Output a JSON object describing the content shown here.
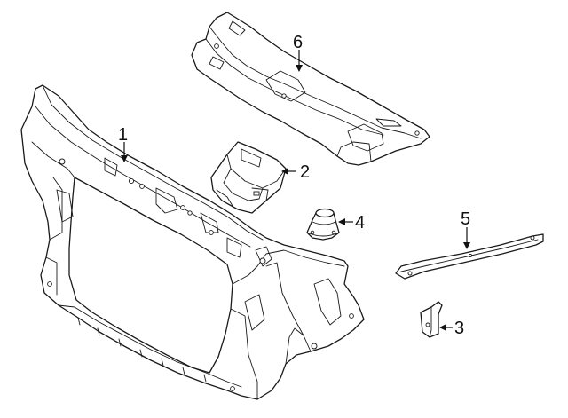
{
  "callouts": {
    "c1": "1",
    "c2": "2",
    "c3": "3",
    "c4": "4",
    "c5": "5",
    "c6": "6"
  },
  "parts": [
    {
      "callout": "1",
      "icon": "radiator-support-frame-icon"
    },
    {
      "callout": "2",
      "icon": "mount-bracket-icon"
    },
    {
      "callout": "3",
      "icon": "small-bracket-icon"
    },
    {
      "callout": "4",
      "icon": "bumper-stop-icon"
    },
    {
      "callout": "5",
      "icon": "tie-bar-icon"
    },
    {
      "callout": "6",
      "icon": "upper-cover-panel-icon"
    }
  ],
  "colors": {
    "line": "#1a1a1a",
    "background": "#ffffff"
  }
}
